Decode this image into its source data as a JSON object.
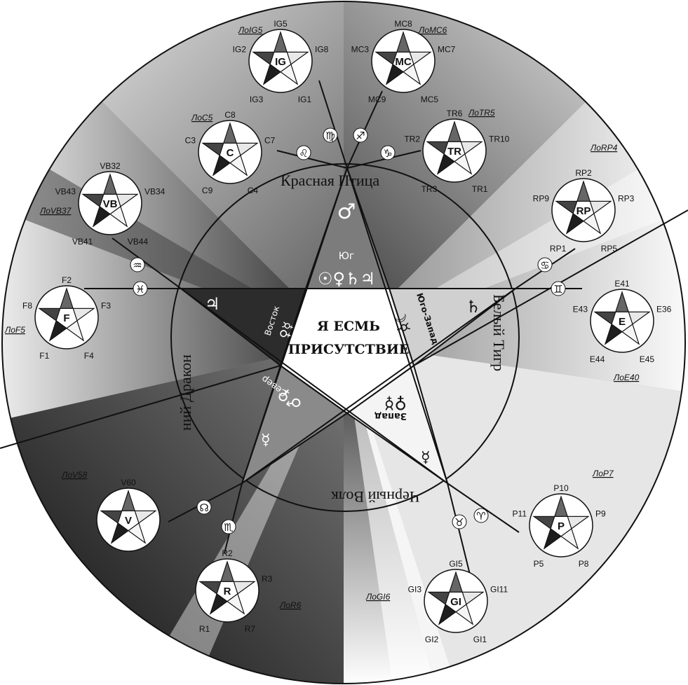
{
  "center": {
    "line1": "Я ЕСМЬ",
    "line2": "ПРИСУТСТВИЕ"
  },
  "arcs": {
    "top": "Красная Птица",
    "right": "Белый Тигр",
    "bottom": "Черный Волк",
    "left": "ний Дракон"
  },
  "sectors": {
    "south_label": "Юг",
    "south_top_symbol": "♂",
    "south_symbols": "☉♀♄♃",
    "east_label": "Восток",
    "east_symbols": "♀☿",
    "east_planet": "♃",
    "southwest_label": "Юго-Запад",
    "southwest_symbols": "☽☿",
    "southwest_planet": "♄",
    "west_label": "Запад",
    "west_symbols": "♀☿",
    "north_label": "Север",
    "north_symbols": "♂♀",
    "north_planet": "☿",
    "bottom_right_planet": "☿"
  },
  "signs": {
    "virgo": "♍",
    "sagittarius": "♐",
    "leo": "♌",
    "capricorn": "♑",
    "aquarius": "♒",
    "pisces": "♓",
    "cancer": "♋",
    "gemini": "♊",
    "aries": "♈",
    "taurus": "♉",
    "scorpio": "♏",
    "node": "☊"
  },
  "pentagrams": [
    {
      "id": "IG",
      "center": "IG",
      "labels": [
        "IG5",
        "IG2",
        "IG8",
        "IG3",
        "IG1"
      ],
      "lo": "ЛоIG5"
    },
    {
      "id": "MC",
      "center": "MC",
      "labels": [
        "MC8",
        "MC3",
        "MC7",
        "MC9",
        "MC5"
      ],
      "lo": "ЛоMC6"
    },
    {
      "id": "C",
      "center": "C",
      "labels": [
        "C8",
        "C3",
        "C7",
        "C9",
        "C4"
      ],
      "lo": "ЛоC5"
    },
    {
      "id": "TR",
      "center": "TR",
      "labels": [
        "TR6",
        "TR2",
        "TR10",
        "TR3",
        "TR1"
      ],
      "lo": "ЛоTR5"
    },
    {
      "id": "VB",
      "center": "VB",
      "labels": [
        "VB32",
        "VB43",
        "VB34",
        "VB41",
        "VB44"
      ],
      "lo": "ЛоVB37"
    },
    {
      "id": "RP",
      "center": "RP",
      "labels": [
        "RP2",
        "RP9",
        "RP3",
        "RP1",
        "RP5"
      ],
      "lo": "ЛоRP4"
    },
    {
      "id": "F",
      "center": "F",
      "labels": [
        "F2",
        "F8",
        "F3",
        "F1",
        "F4"
      ],
      "lo": "ЛоF5"
    },
    {
      "id": "E",
      "center": "E",
      "labels": [
        "E41",
        "E43",
        "E36",
        "E44",
        "E45"
      ],
      "lo": "ЛоE40"
    },
    {
      "id": "V",
      "center": "V",
      "labels": [
        "V60",
        "",
        "",
        "",
        ""
      ],
      "lo": "ЛоV58"
    },
    {
      "id": "R",
      "center": "R",
      "labels": [
        "R2",
        "",
        "R3",
        "R1",
        "R7"
      ],
      "lo": "ЛоR6"
    },
    {
      "id": "GI",
      "center": "GI",
      "labels": [
        "GI5",
        "GI3",
        "GI11",
        "GI2",
        "GI1"
      ],
      "lo": "ЛоGI6"
    },
    {
      "id": "P",
      "center": "P",
      "labels": [
        "P10",
        "P11",
        "P9",
        "P5",
        "P8"
      ],
      "lo": "ЛоP7"
    }
  ],
  "colors": {
    "outline": "#111111",
    "dark": "#1e1e1e",
    "mid": "#6a6a6a",
    "light": "#d8d8d8",
    "white": "#ffffff"
  }
}
